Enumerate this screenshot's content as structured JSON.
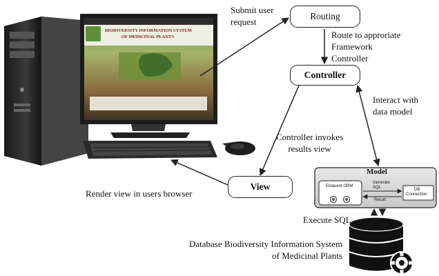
{
  "nodes": {
    "routing": "Routing",
    "controller": "Controller",
    "view": "View",
    "model": "Model"
  },
  "labels": {
    "submit_line1": "Submit user",
    "submit_line2": "request",
    "route_line1": "Route to approriate",
    "route_line2": "Framework",
    "route_line3": "Controller",
    "interact_line1": "Interact with",
    "interact_line2": "data model",
    "invokes_line1": "Controller invokes",
    "invokes_line2": "results view",
    "render": "Render view in users browser",
    "execute": "Execute SQL",
    "db_line1": "Database Biodiversity Information System",
    "db_line2": "of Medicinal Plants"
  },
  "model_parts": {
    "orm": "Eloquent ORM",
    "generate_line1": "Generate",
    "generate_line2": "SQL",
    "result": "Result",
    "db_conn_line1": "DB",
    "db_conn_line2": "Connection"
  },
  "screen": {
    "title_line1": "BIODIVERSITY INFORMATION SYSTEM",
    "title_line2": "OF MEDICINAL PLANTS"
  },
  "colors": {
    "stroke": "#222222",
    "model_fill": "#d6d6d6",
    "db_fill": "#111111",
    "screen_green": "#5f8f3c"
  }
}
